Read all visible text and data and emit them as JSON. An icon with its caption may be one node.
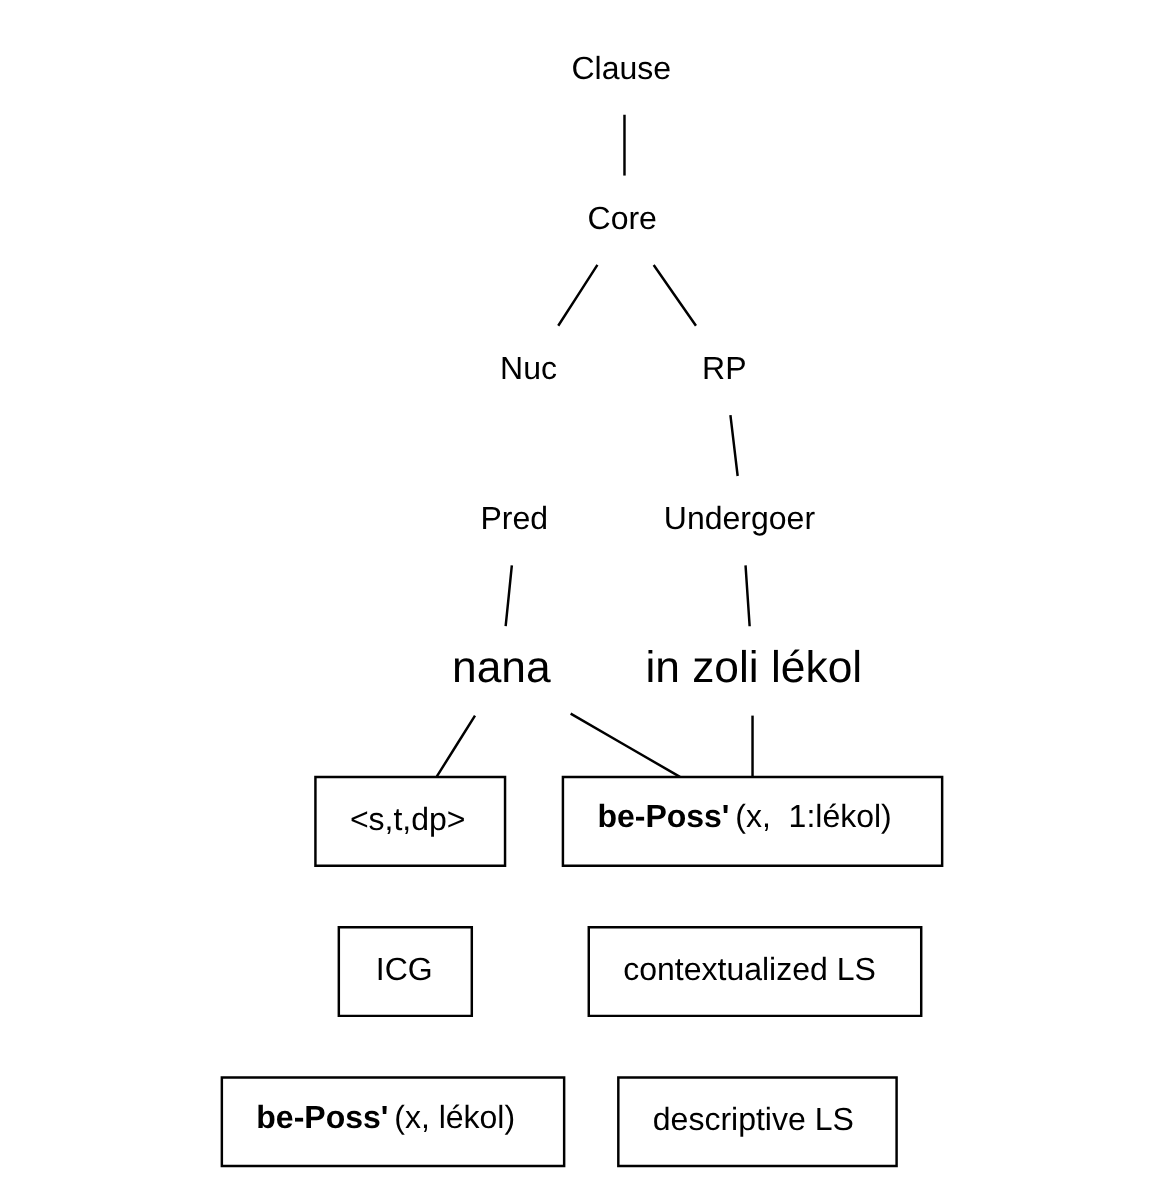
{
  "diagram": {
    "nodes": [
      {
        "text": [
          "Clause"
        ]
      },
      {
        "text": [
          "Core"
        ]
      },
      {
        "text": [
          "Nuc"
        ]
      },
      {
        "text": [
          "RP"
        ]
      },
      {
        "text": [
          "Pred"
        ]
      },
      {
        "text": [
          "Undergoer"
        ]
      },
      {
        "text": [
          "nana"
        ]
      },
      {
        "text": [
          "in zoli lékol"
        ]
      },
      {
        "text": [
          "<s,t,dp>"
        ]
      },
      {
        "text": [
          "**be-Poss'** (x,  1:lékol)"
        ]
      },
      {
        "text": [
          "ICG"
        ]
      },
      {
        "text": [
          "contextualized LS"
        ]
      },
      {
        "text": [
          "**be-Poss'** (x, lékol)"
        ]
      },
      {
        "text": [
          "descriptive LS"
        ]
      }
    ],
    "edges": [
      {
        "from": 0,
        "to": 1,
        "arrow": "none"
      },
      {
        "from": 1,
        "to": 2,
        "arrow": "none"
      },
      {
        "from": 1,
        "to": 3,
        "arrow": "none"
      },
      {
        "from": 3,
        "to": 5,
        "arrow": "none"
      },
      {
        "from": 4,
        "to": 6,
        "arrow": "none"
      },
      {
        "from": 5,
        "to": 7,
        "arrow": "none"
      },
      {
        "from": 6,
        "to": 8,
        "arrow": "none"
      },
      {
        "from": 6,
        "to": 9,
        "arrow": "none"
      },
      {
        "from": 7,
        "to": 9,
        "arrow": "none"
      }
    ]
  }
}
